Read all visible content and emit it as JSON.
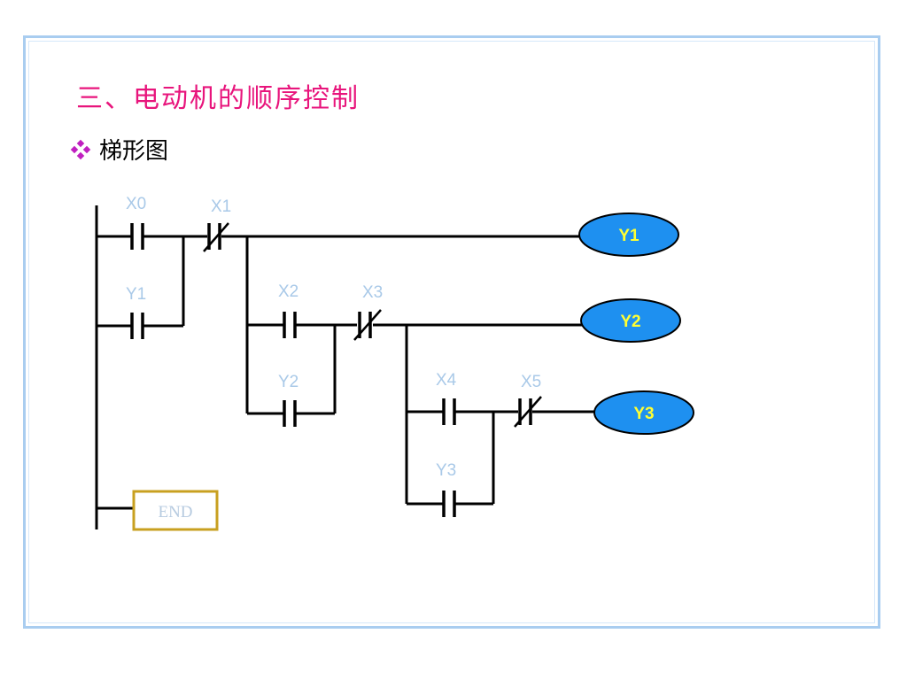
{
  "title": "三、电动机的顺序控制",
  "bullet": "梯形图",
  "contacts": {
    "x0": "X0",
    "x1": "X1",
    "y1": "Y1",
    "x2": "X2",
    "x3": "X3",
    "y2": "Y2",
    "x4": "X4",
    "x5": "X5",
    "y3": "Y3"
  },
  "coils": {
    "y1": "Y1",
    "y2": "Y2",
    "y3": "Y3"
  },
  "end_label": "END",
  "colors": {
    "title": "#e8157c",
    "bullet_icon": "#c020c0",
    "contact_label": "#a9c9e8",
    "coil_fill": "#1e90f0",
    "coil_text": "#ffff33",
    "end_box_border": "#c8a020",
    "frame": "#a9cdf0"
  }
}
